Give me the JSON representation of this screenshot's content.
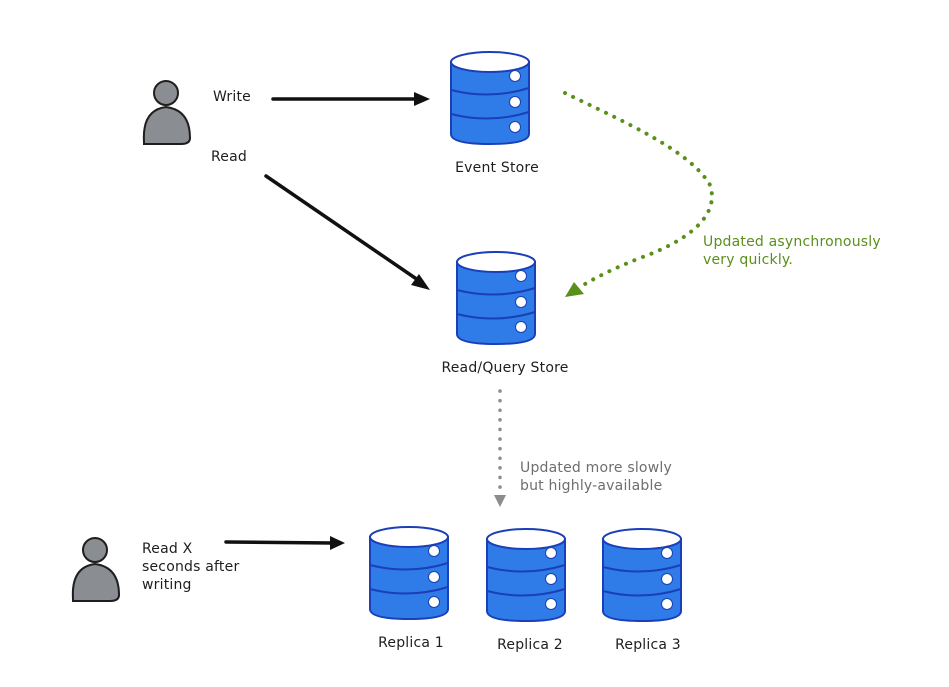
{
  "colors": {
    "db_fill": "#2f7be8",
    "db_stroke": "#1a3fb8",
    "db_top": "#ffffff",
    "person_fill": "#8a8d91",
    "person_stroke": "#1e1e1e",
    "arrow_black": "#111111",
    "arrow_green": "#5a8f1b",
    "arrow_gray": "#8c8c8c",
    "text_dark": "#1e1e1e",
    "text_green": "#5a8f1b",
    "text_gray": "#6e6e6e"
  },
  "actors": {
    "writer": {
      "icon": "person-icon",
      "write_label": "Write",
      "read_label": "Read"
    },
    "reader": {
      "icon": "person-icon",
      "label_lines": [
        "Read X",
        "seconds after",
        "writing"
      ]
    }
  },
  "stores": {
    "event_store": {
      "icon": "database-icon",
      "label": "Event Store"
    },
    "query_store": {
      "icon": "database-icon",
      "label": "Read/Query Store"
    },
    "replicas": [
      {
        "icon": "database-icon",
        "label": "Replica 1"
      },
      {
        "icon": "database-icon",
        "label": "Replica 2"
      },
      {
        "icon": "database-icon",
        "label": "Replica 3"
      }
    ]
  },
  "annotations": {
    "async_update": [
      "Updated asynchronously",
      "very quickly."
    ],
    "slow_update": [
      "Updated more slowly",
      "but highly-available"
    ]
  },
  "edges": [
    {
      "from": "writer",
      "to": "event_store",
      "label": "Write",
      "style": "solid"
    },
    {
      "from": "writer",
      "to": "query_store",
      "label": "Read",
      "style": "solid"
    },
    {
      "from": "event_store",
      "to": "query_store",
      "label": "Updated asynchronously very quickly.",
      "style": "dotted-green"
    },
    {
      "from": "query_store",
      "to": "replicas",
      "label": "Updated more slowly but highly-available",
      "style": "dotted-gray"
    },
    {
      "from": "reader",
      "to": "replicas",
      "label": "Read X seconds after writing",
      "style": "solid"
    }
  ]
}
